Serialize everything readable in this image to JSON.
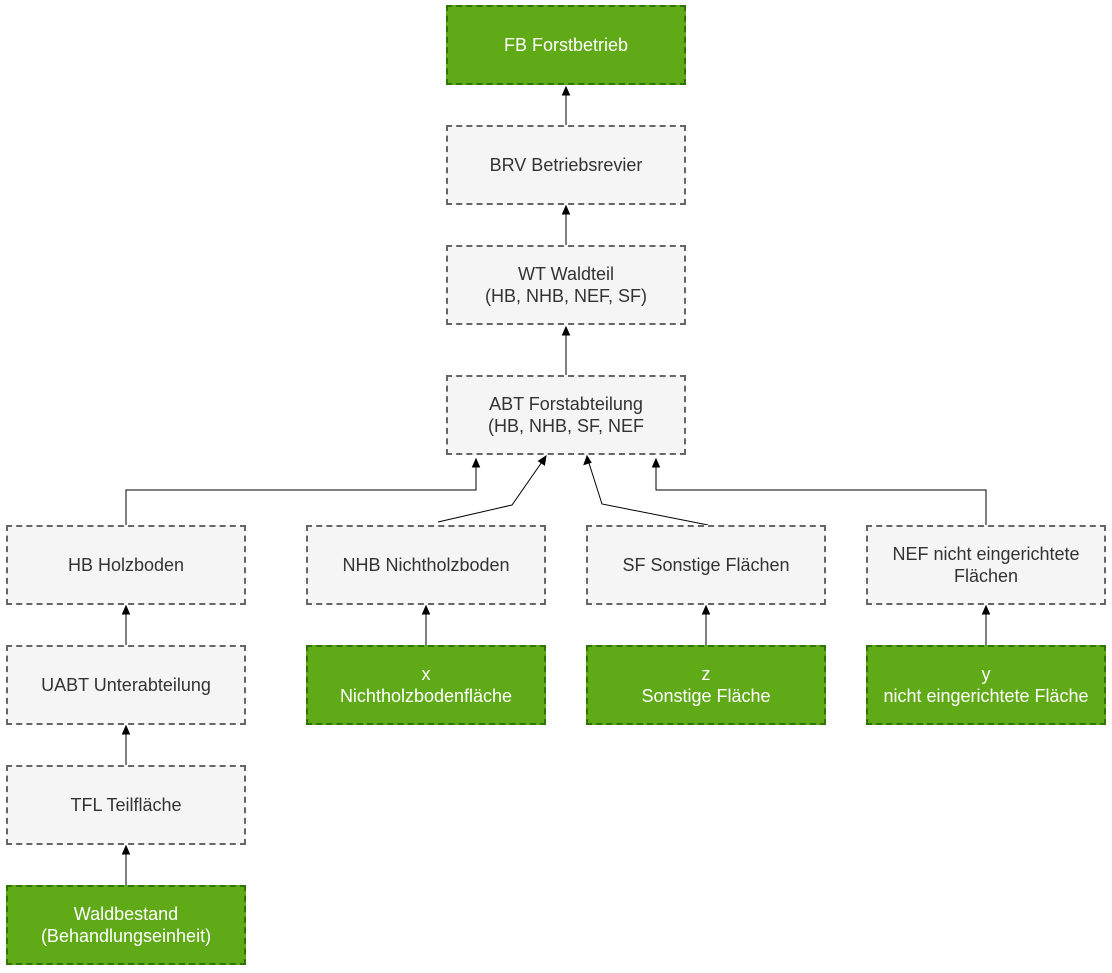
{
  "diagram": {
    "colors": {
      "default_fill": "#f5f5f5",
      "default_stroke": "#666666",
      "default_text": "#333333",
      "highlight_fill": "#60a917",
      "highlight_stroke": "#2d7600",
      "highlight_text": "#ffffff",
      "edge": "#000000"
    },
    "nodes": {
      "fb": "FB Forstbetrieb",
      "brv": "BRV Betriebsrevier",
      "wt": "WT Waldteil\n(HB, NHB, NEF, SF)",
      "abt": "ABT Forstabteilung\n(HB, NHB, SF, NEF",
      "hb": "HB Holzboden",
      "nhb": "NHB Nichtholzboden",
      "sf": "SF Sonstige Flächen",
      "nef": "NEF nicht eingerichtete Flächen",
      "uabt": "UABT Unterabteilung",
      "tfl": "TFL Teilfläche",
      "waldbestand": "Waldbestand\n(Behandlungseinheit)",
      "x": "x\nNichtholzbodenfläche",
      "z": "z\nSonstige Fläche",
      "y": "y\nnicht eingerichtete Fläche"
    },
    "edges": [
      {
        "from": "brv",
        "to": "fb"
      },
      {
        "from": "wt",
        "to": "brv"
      },
      {
        "from": "abt",
        "to": "wt"
      },
      {
        "from": "hb",
        "to": "abt"
      },
      {
        "from": "nhb",
        "to": "abt"
      },
      {
        "from": "sf",
        "to": "abt"
      },
      {
        "from": "nef",
        "to": "abt"
      },
      {
        "from": "uabt",
        "to": "hb"
      },
      {
        "from": "tfl",
        "to": "uabt"
      },
      {
        "from": "waldbestand",
        "to": "tfl"
      },
      {
        "from": "x",
        "to": "nhb"
      },
      {
        "from": "z",
        "to": "sf"
      },
      {
        "from": "y",
        "to": "nef"
      }
    ]
  }
}
